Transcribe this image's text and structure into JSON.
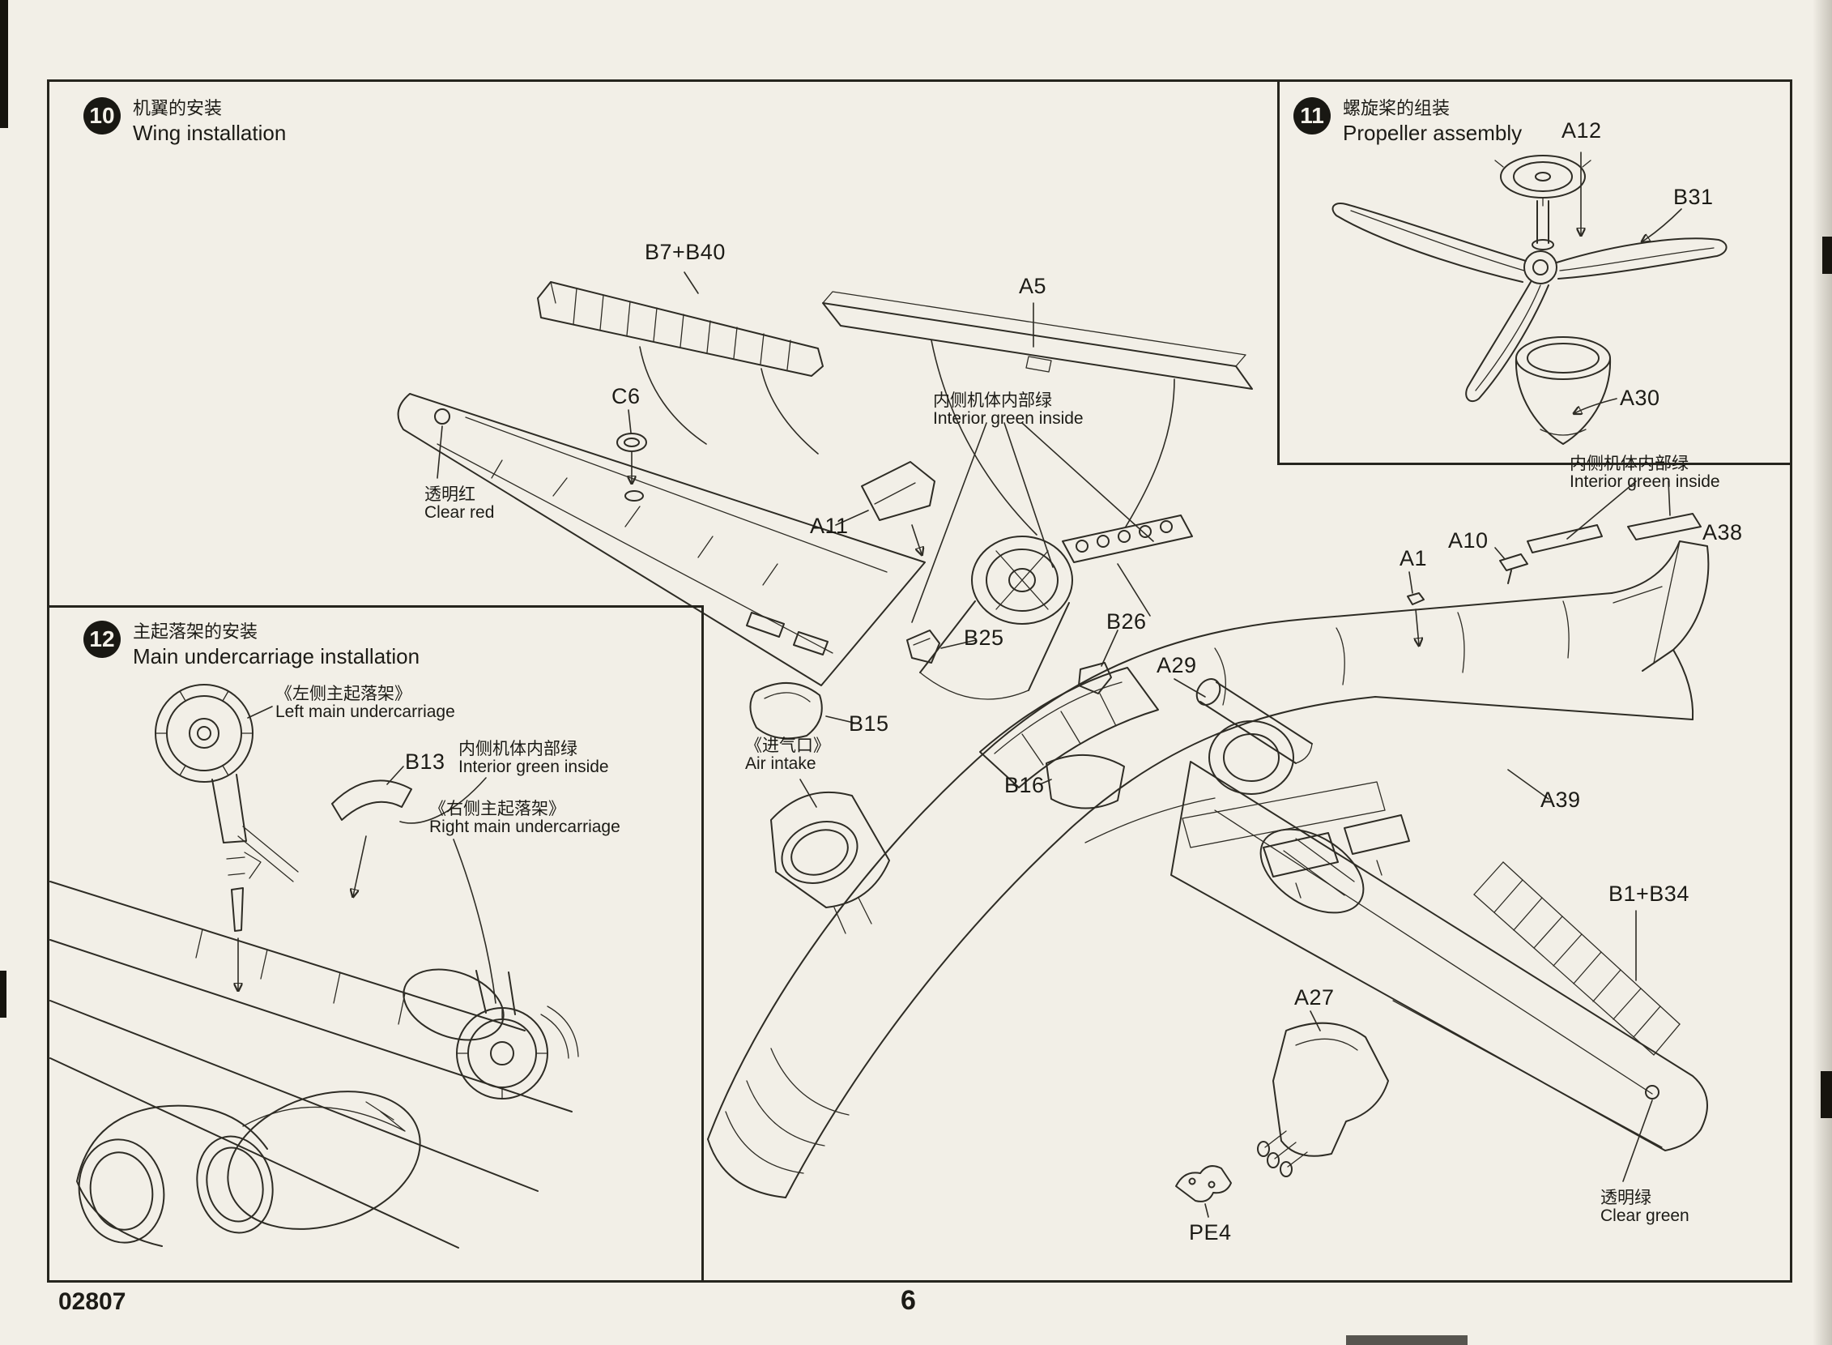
{
  "page": {
    "kit_number": "02807",
    "page_number": "6"
  },
  "colors": {
    "paper": "#f2efe7",
    "line": "#2e2c25"
  },
  "steps": {
    "s10": {
      "num": "10",
      "cn": "机翼的安装",
      "en": "Wing installation"
    },
    "s11": {
      "num": "11",
      "cn": "螺旋桨的组装",
      "en": "Propeller assembly"
    },
    "s12": {
      "num": "12",
      "cn": "主起落架的安装",
      "en": "Main undercarriage installation"
    }
  },
  "labels10": {
    "b7b40": "B7+B40",
    "a5": "A5",
    "c6": "C6",
    "clear_red_cn": "透明红",
    "clear_red_en": "Clear red",
    "a11": "A11",
    "ig_mid_cn": "内侧机体内部绿",
    "ig_mid_en": "Interior green inside",
    "b25": "B25",
    "b26": "B26",
    "a29": "A29",
    "b15": "B15",
    "intake_cn": "《进气口》",
    "intake_en": "Air intake",
    "b16": "B16",
    "a1": "A1",
    "a10": "A10",
    "ig_right_cn": "内侧机体内部绿",
    "ig_right_en": "Interior green inside",
    "a38": "A38",
    "a39": "A39",
    "b1b34": "B1+B34",
    "a27": "A27",
    "pe4": "PE4",
    "clear_green_cn": "透明绿",
    "clear_green_en": "Clear green"
  },
  "labels11": {
    "a12": "A12",
    "b31": "B31",
    "a30": "A30"
  },
  "labels12": {
    "left_cn": "《左侧主起落架》",
    "left_en": "Left main undercarriage",
    "b13": "B13",
    "ig_cn": "内侧机体内部绿",
    "ig_en": "Interior green inside",
    "right_cn": "《右侧主起落架》",
    "right_en": "Right main undercarriage"
  }
}
